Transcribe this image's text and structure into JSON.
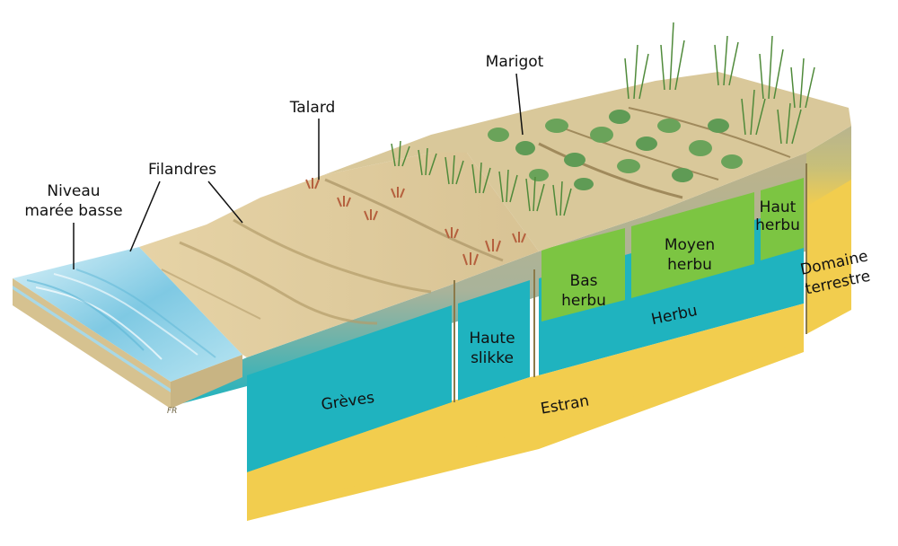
{
  "labels": {
    "niveau_line1": "Niveau",
    "niveau_line2": "marée basse",
    "filandres": "Filandres",
    "talard": "Talard",
    "marigot": "Marigot"
  },
  "zones": {
    "greves": "Grèves",
    "haute_slikke_line1": "Haute",
    "haute_slikke_line2": "slikke",
    "bas_herbu_line1": "Bas",
    "bas_herbu_line2": "herbu",
    "moyen_herbu_line1": "Moyen",
    "moyen_herbu_line2": "herbu",
    "haut_herbu_line1": "Haut",
    "haut_herbu_line2": "herbu",
    "herbu": "Herbu",
    "estran": "Estran",
    "domaine_line1": "Domaine",
    "domaine_line2": "terrestre"
  },
  "signature": "FR",
  "colors": {
    "teal": "#1fb3bf",
    "yellow": "#f2cd4e",
    "green": "#7cc542",
    "sand": "#e3cfa3",
    "soil": "#c9b98c",
    "water": "#8fd3ea"
  }
}
